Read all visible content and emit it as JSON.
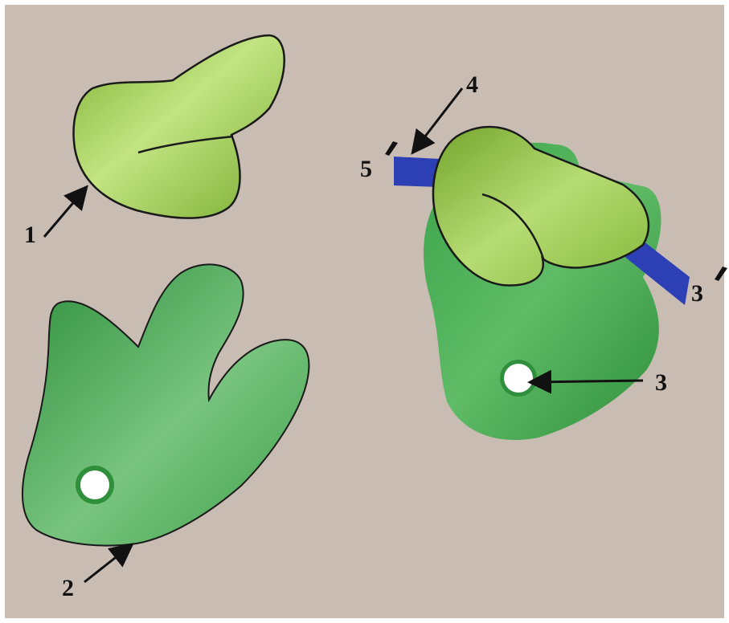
{
  "labels": {
    "one": "1",
    "two": "2",
    "three": "3",
    "three_prime": "3",
    "four": "4",
    "five_prime": "5"
  },
  "colors": {
    "background": "#c9bdb3",
    "border": "#ffffff",
    "small_piece_fill": "#8bbb3c",
    "small_piece_highlight": "#c4e68a",
    "large_piece_fill": "#3aa14a",
    "large_piece_highlight": "#6ec476",
    "strip": "#2c3fb4",
    "outline": "#1a1a1a",
    "arrow": "#111111"
  }
}
